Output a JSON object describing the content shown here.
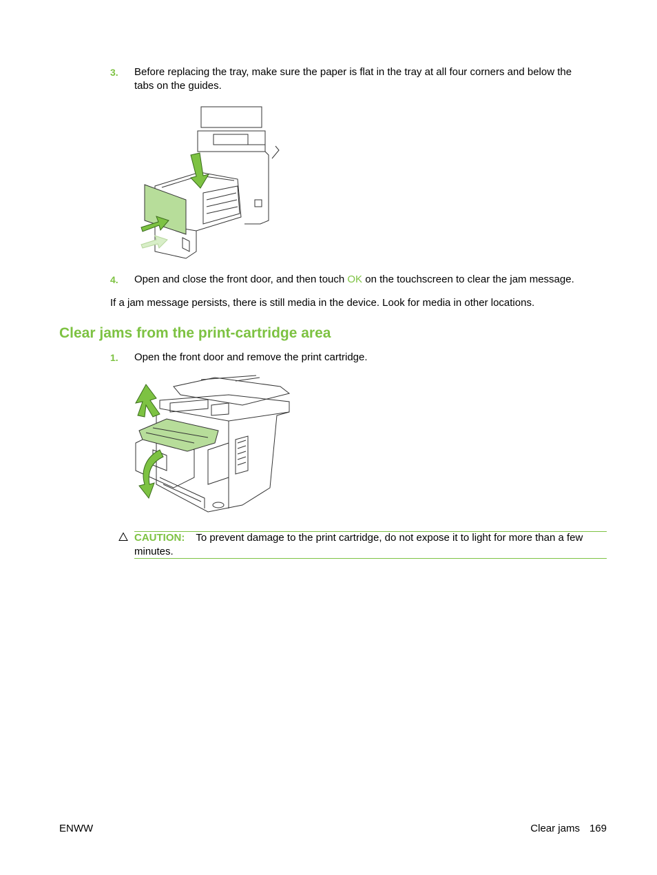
{
  "step3": {
    "number": "3.",
    "text_line1": "Before replacing the tray, make sure the paper is flat in the tray at all four corners and below the",
    "text_line2": "tabs on the guides."
  },
  "step4": {
    "number": "4.",
    "text_before": "Open and close the front door, and then touch ",
    "ok_link": "OK",
    "text_after": " on the touchscreen to clear the jam message."
  },
  "persist_paragraph": "If a jam message persists, there is still media in the device. Look for media in other locations.",
  "section_heading": "Clear jams from the print-cartridge area",
  "step1": {
    "number": "1.",
    "text": "Open the front door and remove the print cartridge."
  },
  "caution": {
    "icon": "caution-triangle-icon",
    "label": "CAUTION:",
    "text_line1": "To prevent damage to the print cartridge, do not expose it to light for more than a few",
    "text_line2": "minutes."
  },
  "footer": {
    "left": "ENWW",
    "right_label": "Clear jams",
    "page_number": "169"
  },
  "colors": {
    "accent": "#7dc242",
    "text": "#000000"
  }
}
